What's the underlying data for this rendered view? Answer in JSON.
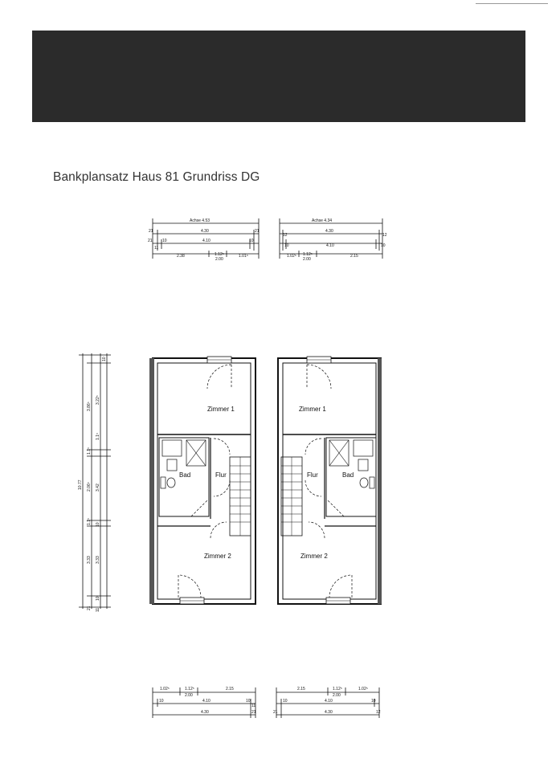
{
  "page": {
    "title": "Bankplansatz Haus 81 Grundriss DG"
  },
  "top_dimensions": {
    "left": {
      "axis": "Achse 4.53",
      "row1": [
        "21",
        "4.30",
        "21"
      ],
      "row2": [
        "21",
        "10",
        "4.10",
        "10",
        "11"
      ],
      "row3": [
        "2.38",
        "1.12⁵",
        "1.01⁵"
      ],
      "row3_sub": "2.00"
    },
    "right": {
      "axis": "Achse 4.34",
      "row1": [
        "12",
        "4.30",
        "12"
      ],
      "row2": [
        "10",
        "4.10",
        "10"
      ],
      "row3": [
        "1.02⁵",
        "1.12⁵",
        "2.15"
      ],
      "row3_sub": "2.00"
    }
  },
  "side_dimensions": {
    "total": "10.77",
    "segments": [
      "3.86⁵",
      "1.1⁵",
      "2.06⁵",
      "1.1⁵",
      "3.33"
    ],
    "segments_b": [
      "3.22⁵",
      "1.1⁵",
      "3.42",
      "10",
      "3.33"
    ],
    "small": [
      "10",
      "10",
      "21",
      "11"
    ]
  },
  "units": {
    "left": {
      "rooms": [
        "Zimmer 1",
        "Bad",
        "Flur",
        "Zimmer 2"
      ]
    },
    "right": {
      "rooms": [
        "Zimmer 1",
        "Flur",
        "Bad",
        "Zimmer 2"
      ]
    }
  },
  "bottom_dimensions": {
    "left": {
      "row1": [
        "1.02⁵",
        "1.12⁵",
        "2.15"
      ],
      "row1_sub": "2.00",
      "row2": [
        "10",
        "4.10",
        "10",
        "11"
      ],
      "row3": [
        "4.30",
        "21"
      ]
    },
    "right": {
      "row1": [
        "2.15",
        "1.12⁵",
        "1.02⁵"
      ],
      "row1_sub": "2.00",
      "row2": [
        "10",
        "4.10",
        "10"
      ],
      "row3": [
        "21",
        "4.30",
        "12"
      ]
    }
  }
}
